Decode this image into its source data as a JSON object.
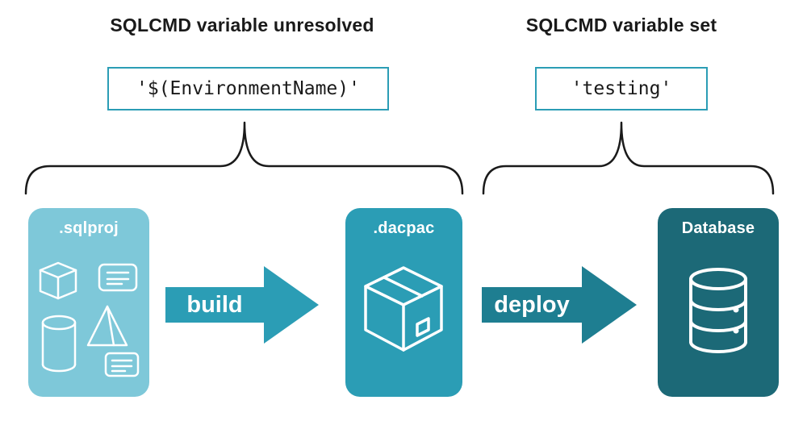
{
  "annotations": {
    "left": {
      "title": "SQLCMD variable unresolved",
      "code": "'$(EnvironmentName)'"
    },
    "right": {
      "title": "SQLCMD variable set",
      "code": "'testing'"
    }
  },
  "pipeline": {
    "stages": [
      {
        "label": ".sqlproj",
        "icon": "sql-objects-icon",
        "color": "#7EC8D9"
      },
      {
        "label": ".dacpac",
        "icon": "package-box-icon",
        "color": "#2B9DB5"
      },
      {
        "label": "Database",
        "icon": "database-cylinder-icon",
        "color": "#1C6977"
      }
    ],
    "arrows": [
      {
        "label": "build",
        "color": "#2B9DB5"
      },
      {
        "label": "deploy",
        "color": "#1E7E91"
      }
    ]
  },
  "colors": {
    "background": "#FFFFFF",
    "text": "#1A1A1A",
    "code_box_border": "#2B9DB5",
    "brace": "#1A1A1A",
    "card_text": "#FFFFFF"
  }
}
